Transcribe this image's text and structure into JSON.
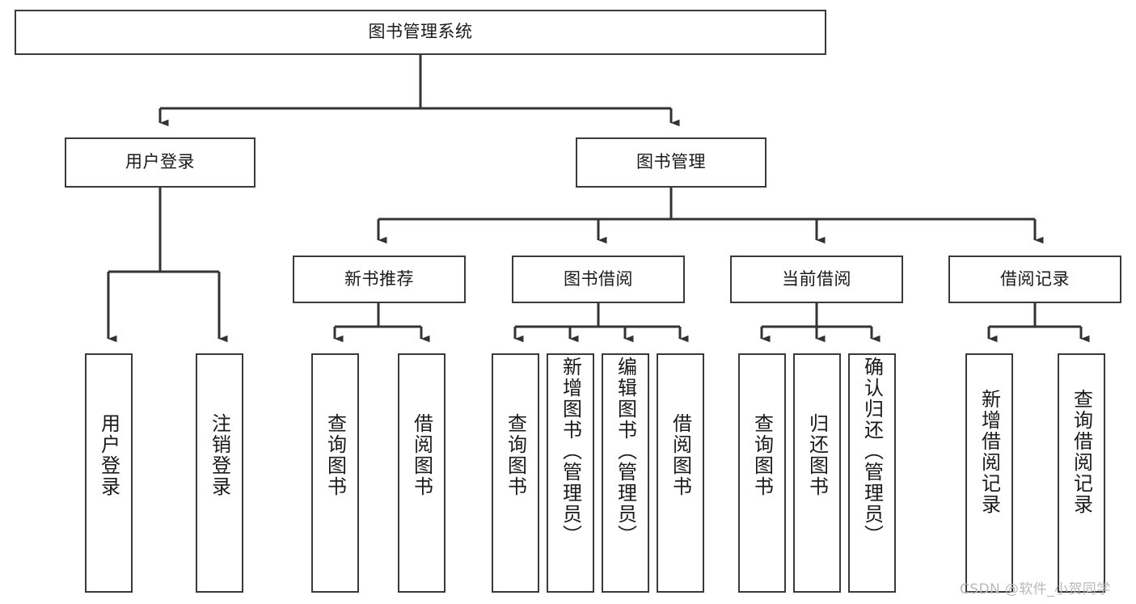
{
  "diagram": {
    "type": "tree",
    "title": "图书管理系统",
    "root": {
      "label": "图书管理系统"
    },
    "level2": [
      {
        "label": "用户登录"
      },
      {
        "label": "图书管理"
      }
    ],
    "level3": [
      {
        "label": "新书推荐"
      },
      {
        "label": "图书借阅"
      },
      {
        "label": "当前借阅"
      },
      {
        "label": "借阅记录"
      }
    ],
    "leaves": {
      "user_login": [
        {
          "label": "用户登录"
        },
        {
          "label": "注销登录"
        }
      ],
      "new_book_recommend": [
        {
          "label": "查询图书"
        },
        {
          "label": "借阅图书"
        }
      ],
      "book_borrow": [
        {
          "label": "查询图书"
        },
        {
          "label": "新增图书（管理员）"
        },
        {
          "label": "编辑图书（管理员）"
        },
        {
          "label": "借阅图书"
        }
      ],
      "current_borrow": [
        {
          "label": "查询图书"
        },
        {
          "label": "归还图书"
        },
        {
          "label": "确认归还（管理员）"
        }
      ],
      "borrow_record": [
        {
          "label": "新增借阅记录"
        },
        {
          "label": "查询借阅记录"
        }
      ]
    },
    "colors": {
      "box_border": "#3a3a3a",
      "box_fill": "#ffffff",
      "connector": "#333333",
      "text": "#1a1a1a",
      "watermark": "#b9b9b9"
    }
  },
  "watermark": {
    "text": "CSDN @软件_小贺同学"
  }
}
